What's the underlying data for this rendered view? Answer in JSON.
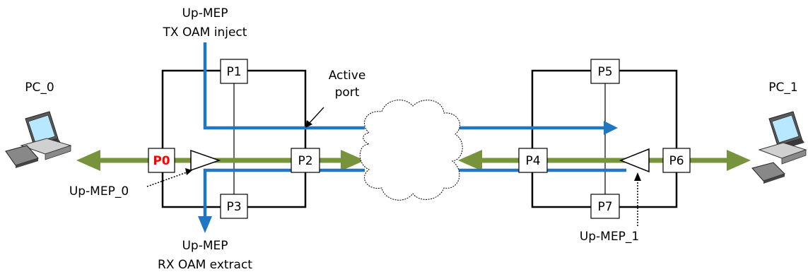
{
  "colors": {
    "green": "#77933c",
    "blue": "#1f77c4",
    "red": "#ff0000",
    "box": "#000000"
  },
  "labels": {
    "pc0": "PC_0",
    "pc1": "PC_1",
    "inject_line1": "Up-MEP",
    "inject_line2": "TX OAM inject",
    "extract_line1": "Up-MEP",
    "extract_line2": "RX OAM extract",
    "active_line1": "Active",
    "active_line2": "port",
    "mep0": "Up-MEP_0",
    "mep1": "Up-MEP_1"
  },
  "ports": {
    "p0": "P0",
    "p1": "P1",
    "p2": "P2",
    "p3": "P3",
    "p4": "P4",
    "p5": "P5",
    "p6": "P6",
    "p7": "P7"
  },
  "icons": {
    "pc_left": "desktop-computer-icon",
    "pc_right": "desktop-computer-icon",
    "network": "cloud-icon"
  }
}
